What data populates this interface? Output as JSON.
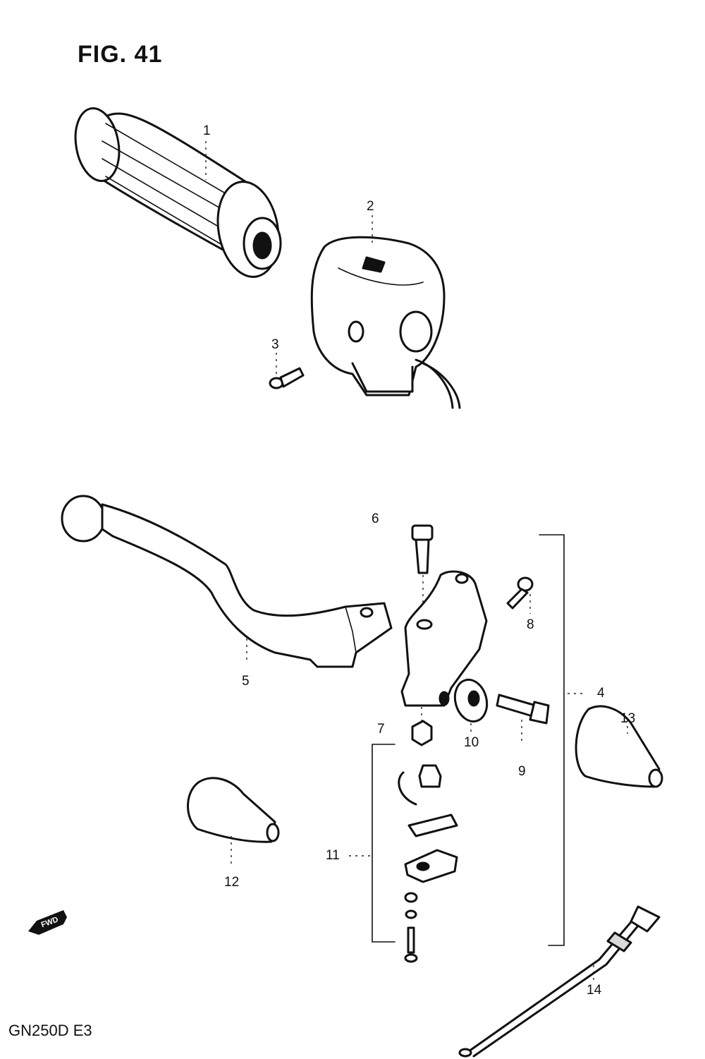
{
  "figure": {
    "title": "FIG. 41",
    "model_code": "GN250D E3"
  },
  "callouts": [
    "1",
    "2",
    "3",
    "4",
    "5",
    "6",
    "7",
    "8",
    "9",
    "10",
    "11",
    "12",
    "13",
    "14"
  ],
  "fwd_label": "FWD"
}
